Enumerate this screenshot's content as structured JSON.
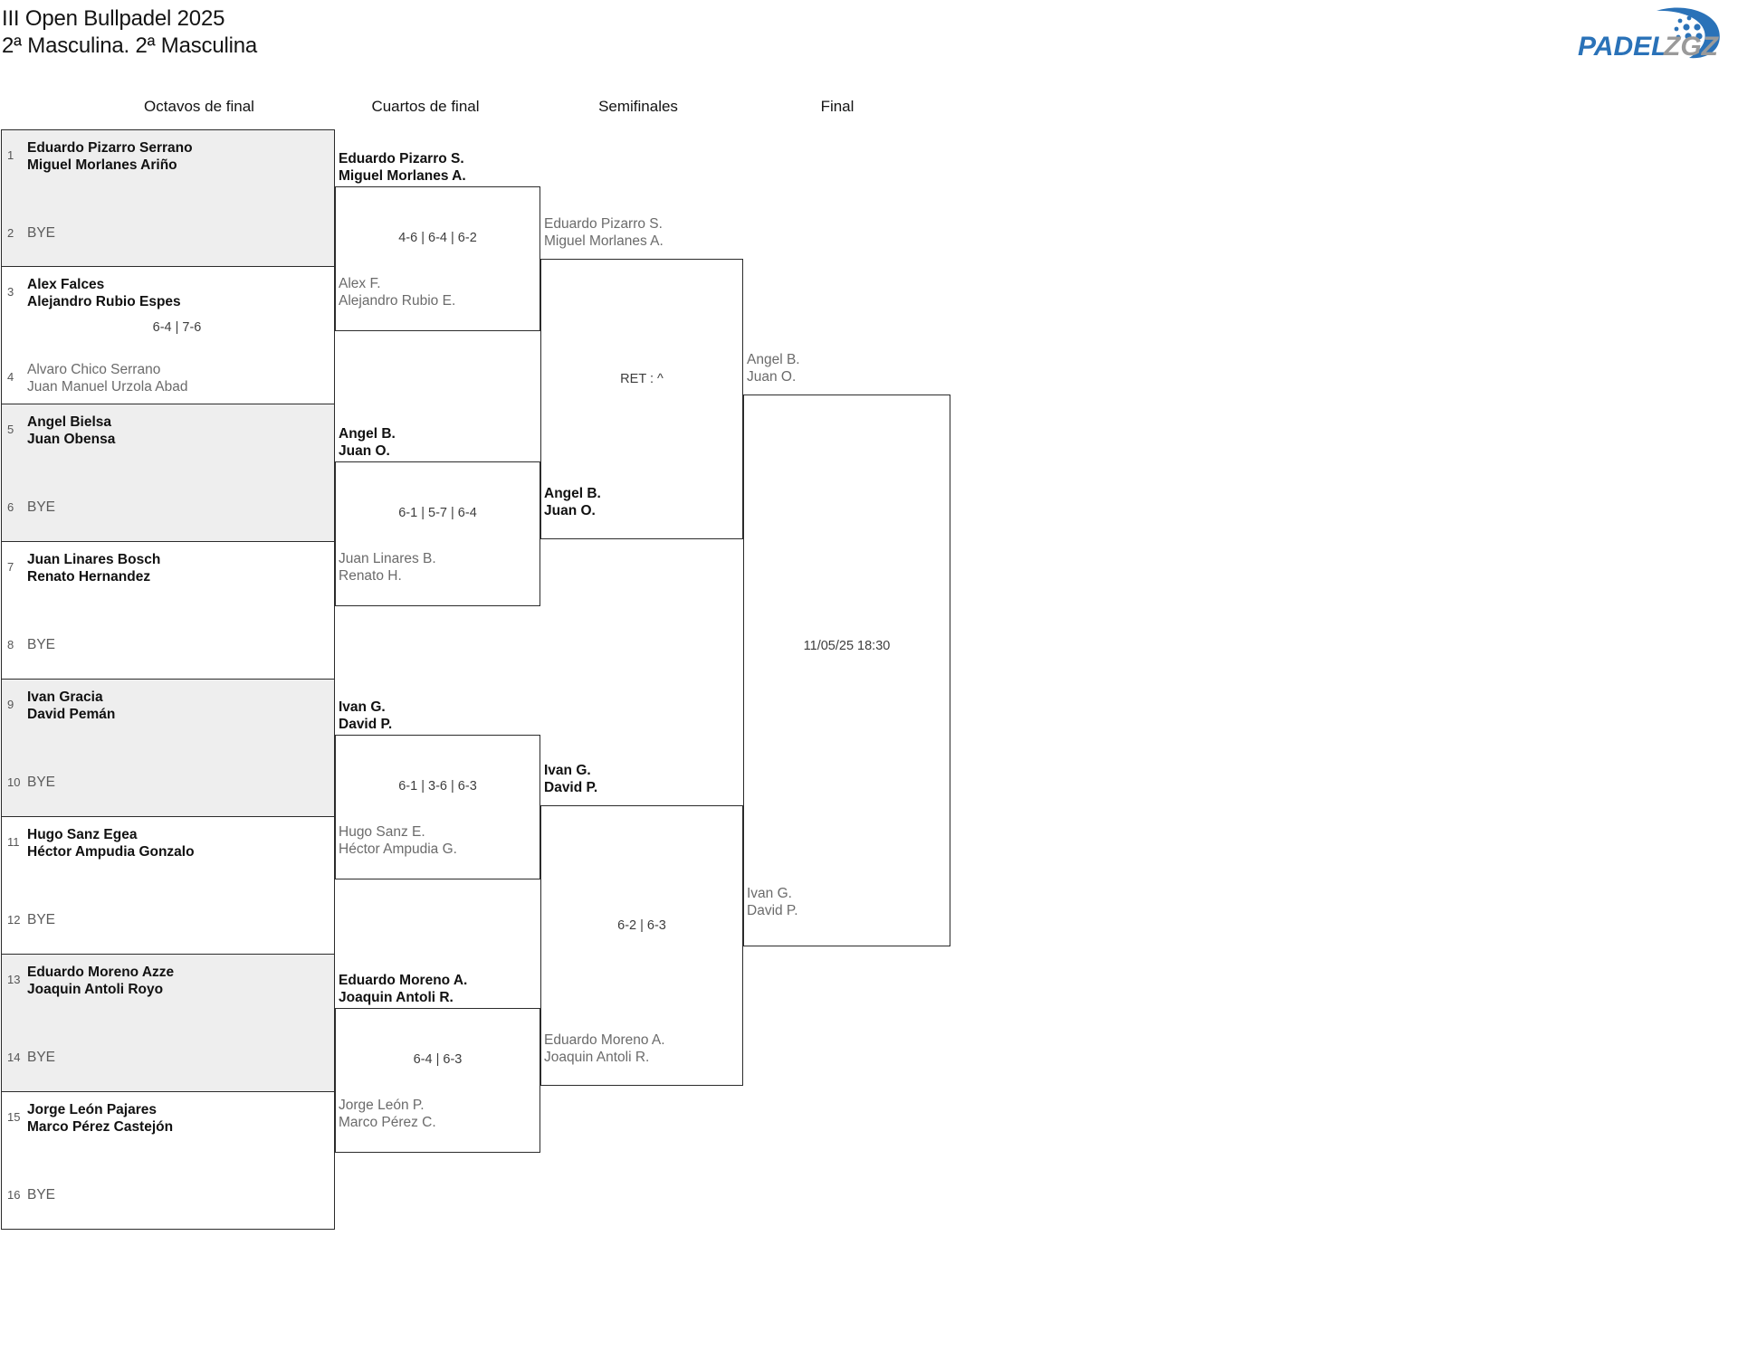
{
  "header": {
    "title_line1": "III Open Bullpadel 2025",
    "title_line2": "2ª Masculina. 2ª Masculina"
  },
  "logo": {
    "name": "padelzgz-logo",
    "text_primary": "PADEL",
    "text_secondary": "ZGZ",
    "color_primary": "#2a72b8",
    "color_secondary": "#9a9a9a"
  },
  "rounds": [
    {
      "label": "Octavos de final"
    },
    {
      "label": "Cuartos de final"
    },
    {
      "label": "Semifinales"
    },
    {
      "label": "Final"
    }
  ],
  "round1": {
    "matches": [
      {
        "top": {
          "seed": "1",
          "line1": "Eduardo Pizarro Serrano",
          "line2": "Miguel Morlanes Ariño",
          "status": "winner"
        },
        "bottom": {
          "seed": "2",
          "line1": "BYE",
          "line2": "",
          "status": "bye"
        },
        "score": ""
      },
      {
        "top": {
          "seed": "3",
          "line1": "Alex Falces",
          "line2": "Alejandro Rubio Espes",
          "status": "winner"
        },
        "bottom": {
          "seed": "4",
          "line1": "Alvaro Chico Serrano",
          "line2": "Juan Manuel Urzola Abad",
          "status": "loser"
        },
        "score": "6-4 | 7-6"
      },
      {
        "top": {
          "seed": "5",
          "line1": "Angel Bielsa",
          "line2": "Juan Obensa",
          "status": "winner"
        },
        "bottom": {
          "seed": "6",
          "line1": "BYE",
          "line2": "",
          "status": "bye"
        },
        "score": ""
      },
      {
        "top": {
          "seed": "7",
          "line1": "Juan Linares Bosch",
          "line2": "Renato Hernandez",
          "status": "winner"
        },
        "bottom": {
          "seed": "8",
          "line1": "BYE",
          "line2": "",
          "status": "bye"
        },
        "score": ""
      },
      {
        "top": {
          "seed": "9",
          "line1": "Ivan Gracia",
          "line2": "David Pemán",
          "status": "winner"
        },
        "bottom": {
          "seed": "10",
          "line1": "BYE",
          "line2": "",
          "status": "bye"
        },
        "score": ""
      },
      {
        "top": {
          "seed": "11",
          "line1": "Hugo Sanz Egea",
          "line2": "Héctor Ampudia Gonzalo",
          "status": "winner"
        },
        "bottom": {
          "seed": "12",
          "line1": "BYE",
          "line2": "",
          "status": "bye"
        },
        "score": ""
      },
      {
        "top": {
          "seed": "13",
          "line1": "Eduardo Moreno Azze",
          "line2": "Joaquin Antoli Royo",
          "status": "winner"
        },
        "bottom": {
          "seed": "14",
          "line1": "BYE",
          "line2": "",
          "status": "bye"
        },
        "score": ""
      },
      {
        "top": {
          "seed": "15",
          "line1": "Jorge León Pajares",
          "line2": "Marco Pérez Castejón",
          "status": "winner"
        },
        "bottom": {
          "seed": "16",
          "line1": "BYE",
          "line2": "",
          "status": "bye"
        },
        "score": ""
      }
    ]
  },
  "round2": {
    "matches": [
      {
        "top": {
          "line1": "Eduardo Pizarro S.",
          "line2": "Miguel Morlanes A.",
          "status": "winner"
        },
        "bottom": {
          "line1": "Alex F.",
          "line2": "Alejandro Rubio E.",
          "status": "loser"
        },
        "score": "4-6 | 6-4 | 6-2"
      },
      {
        "top": {
          "line1": "Angel B.",
          "line2": "Juan O.",
          "status": "winner"
        },
        "bottom": {
          "line1": "Juan Linares B.",
          "line2": "Renato H.",
          "status": "loser"
        },
        "score": "6-1 | 5-7 | 6-4"
      },
      {
        "top": {
          "line1": "Ivan G.",
          "line2": "David P.",
          "status": "winner"
        },
        "bottom": {
          "line1": "Hugo Sanz E.",
          "line2": "Héctor Ampudia G.",
          "status": "loser"
        },
        "score": "6-1 | 3-6 | 6-3"
      },
      {
        "top": {
          "line1": "Eduardo Moreno A.",
          "line2": "Joaquin Antoli R.",
          "status": "winner"
        },
        "bottom": {
          "line1": "Jorge León P.",
          "line2": "Marco Pérez C.",
          "status": "loser"
        },
        "score": "6-4 | 6-3"
      }
    ]
  },
  "round3": {
    "matches": [
      {
        "top": {
          "line1": "Eduardo Pizarro S.",
          "line2": "Miguel Morlanes A.",
          "status": "loser"
        },
        "bottom": {
          "line1": "Angel B.",
          "line2": "Juan O.",
          "status": "winner"
        },
        "score": "RET : ^"
      },
      {
        "top": {
          "line1": "Ivan G.",
          "line2": "David P.",
          "status": "winner"
        },
        "bottom": {
          "line1": "Eduardo Moreno A.",
          "line2": "Joaquin Antoli R.",
          "status": "loser"
        },
        "score": "6-2 | 6-3"
      }
    ]
  },
  "round4": {
    "matches": [
      {
        "top": {
          "line1": "Angel B.",
          "line2": "Juan O.",
          "status": "loser"
        },
        "bottom": {
          "line1": "Ivan G.",
          "line2": "David P.",
          "status": "loser"
        },
        "score": "11/05/25 18:30"
      }
    ]
  }
}
